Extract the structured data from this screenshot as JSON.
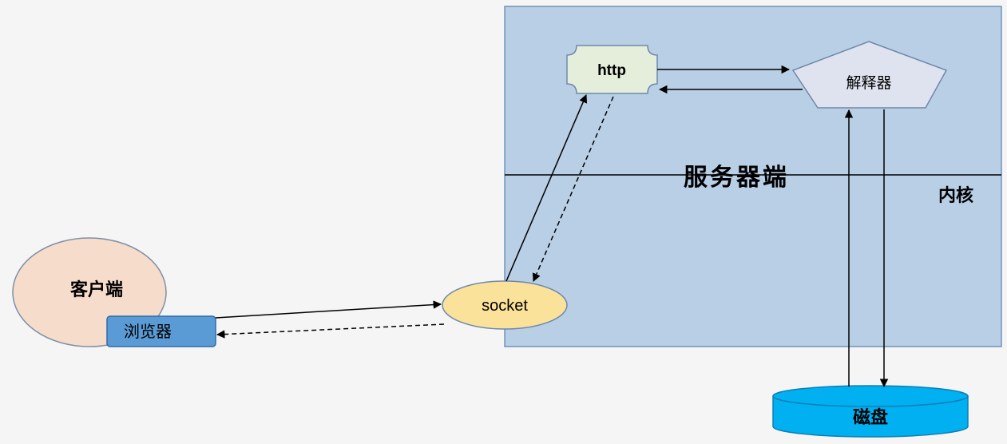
{
  "nodes": {
    "client": {
      "label": "客户端"
    },
    "browser": {
      "label": "浏览器"
    },
    "socket": {
      "label": "socket"
    },
    "http": {
      "label": "http"
    },
    "interpreter": {
      "label": "解释器"
    },
    "disk": {
      "label": "磁盘"
    }
  },
  "regions": {
    "server": {
      "label": "服务器端"
    },
    "kernel": {
      "label": "内核"
    }
  },
  "colors": {
    "server_fill": "#b8cfe6",
    "server_stroke": "#5b7fa8",
    "client_fill": "#f6dccb",
    "client_stroke": "#7f8fa6",
    "browser_fill": "#5b9bd5",
    "browser_stroke": "#2e6aa5",
    "socket_fill": "#fbe29a",
    "socket_stroke": "#6f88aa",
    "http_fill": "#e4eedb",
    "http_stroke": "#6f88aa",
    "interpreter_fill": "#dfe3ef",
    "interpreter_stroke": "#6f88aa",
    "disk_fill": "#00b0f0",
    "disk_stroke": "#0a7fb5"
  }
}
